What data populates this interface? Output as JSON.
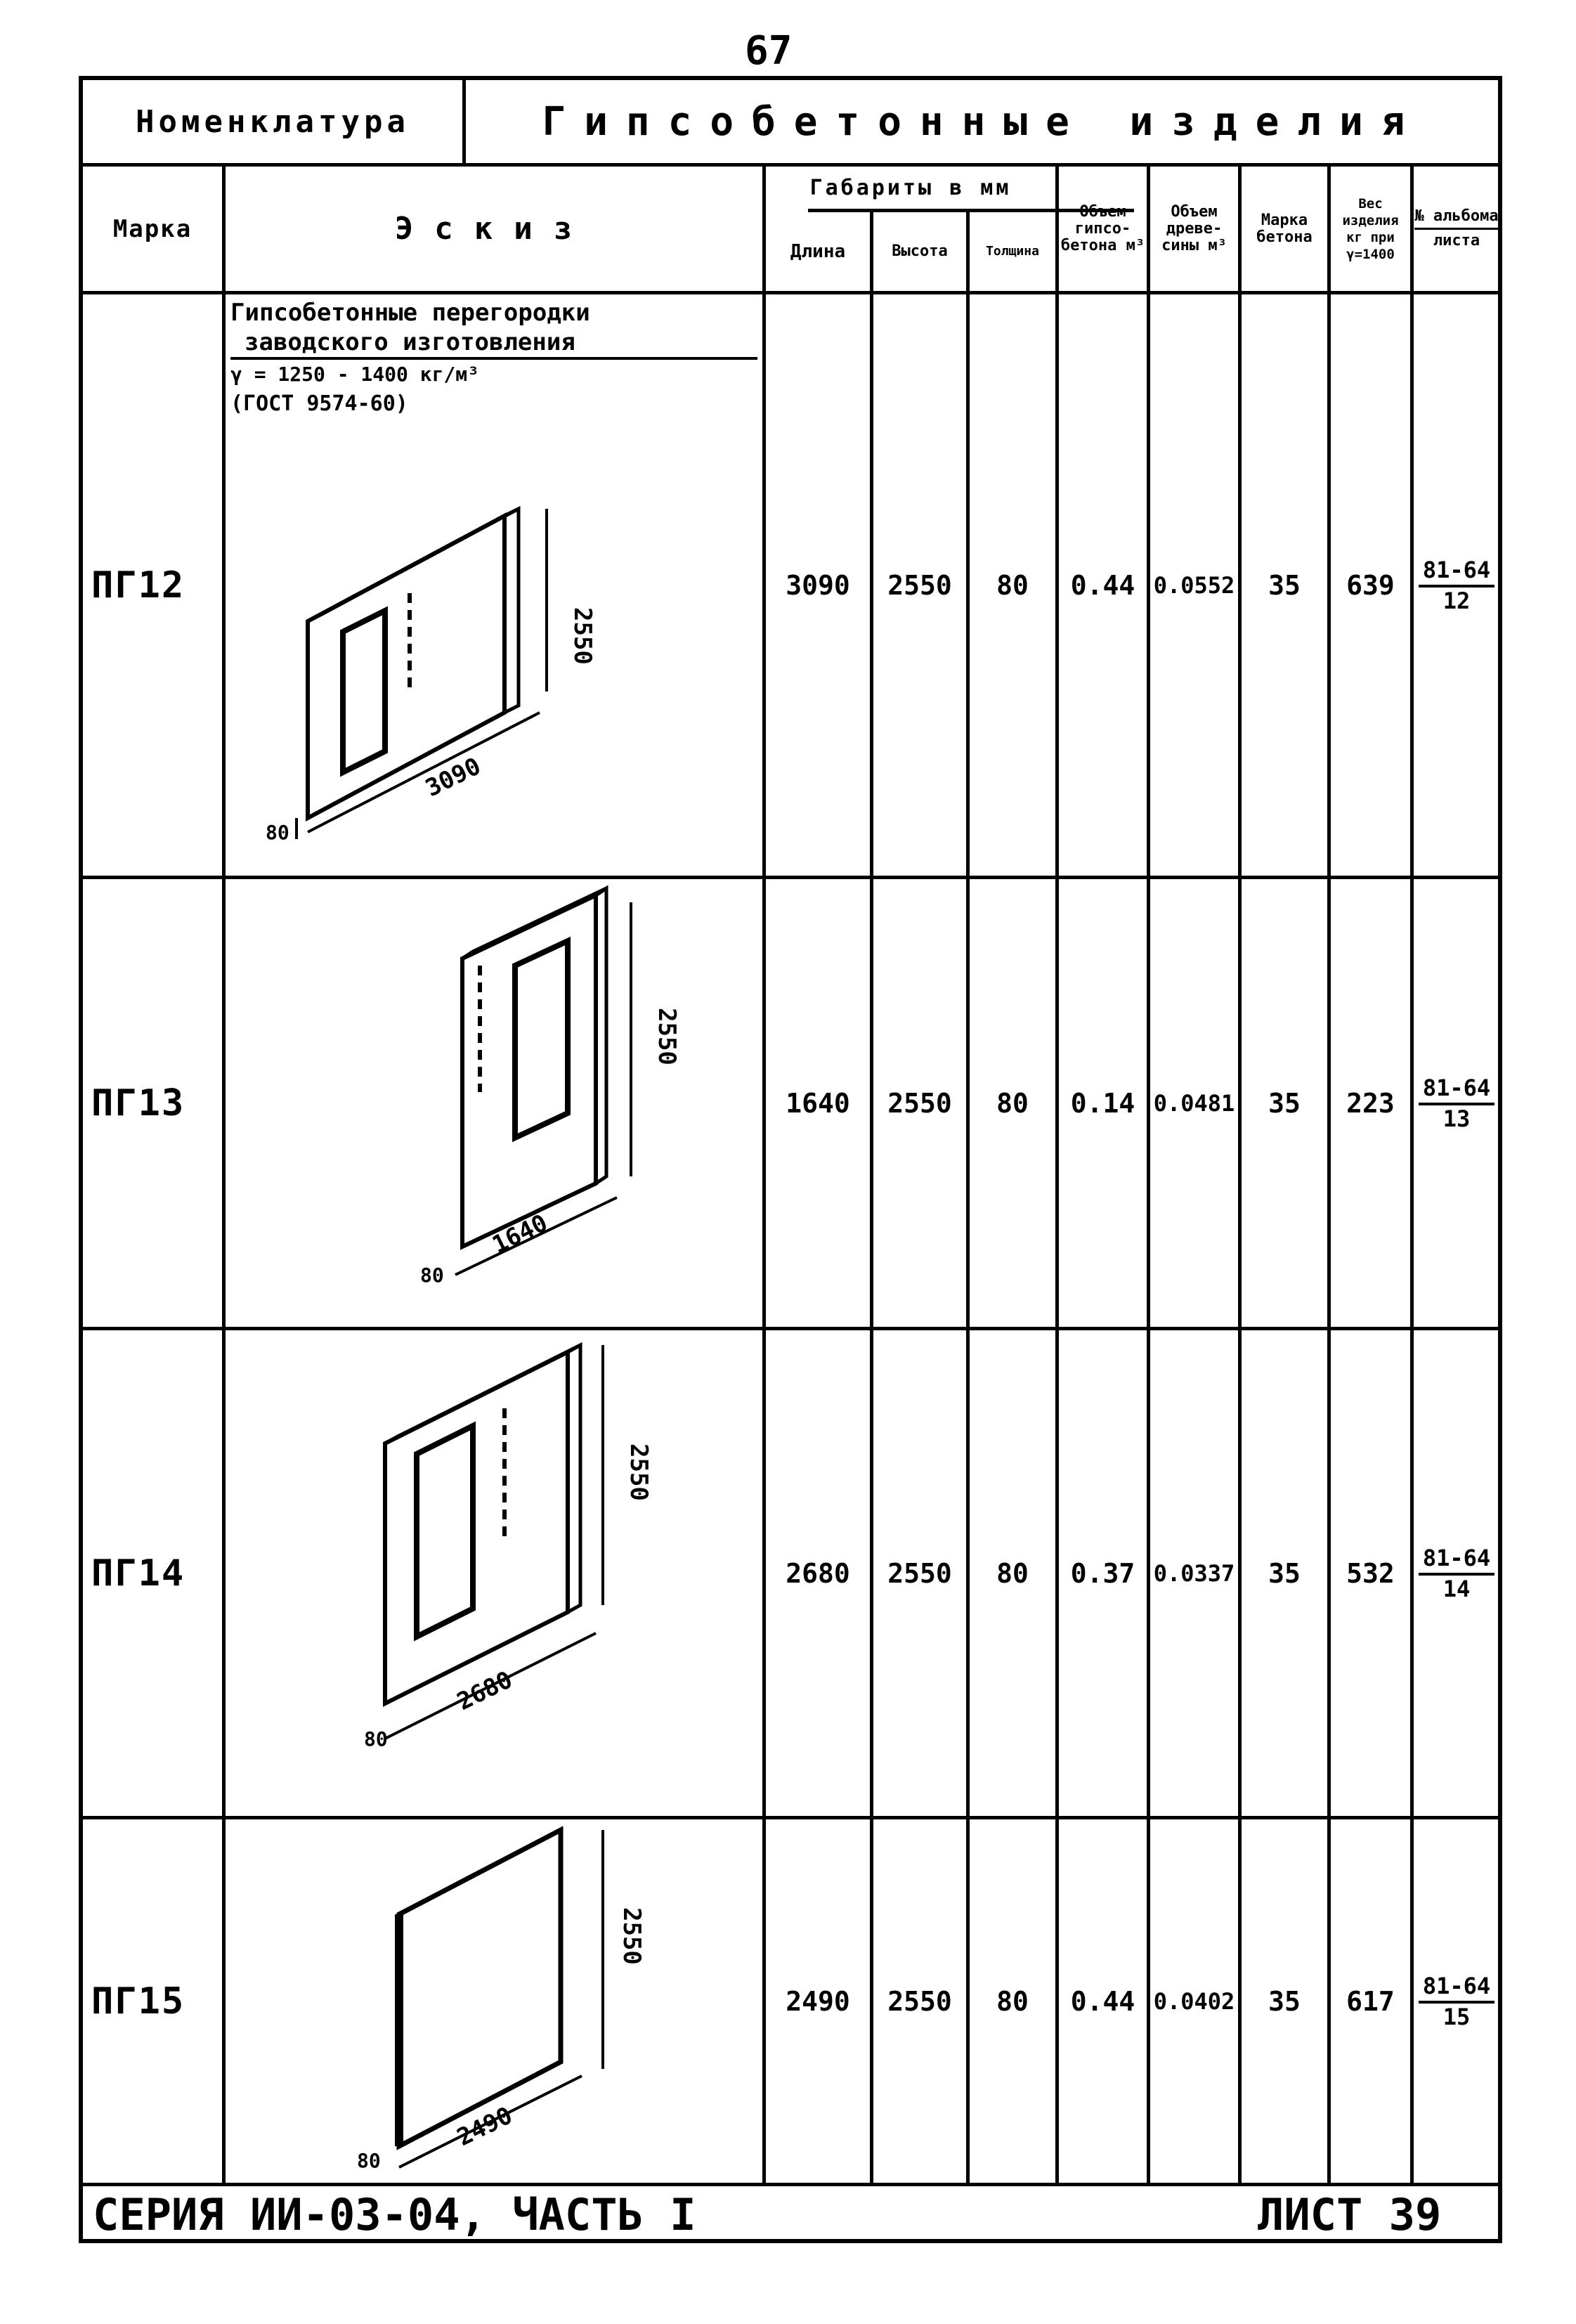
{
  "page_number": "67",
  "header": {
    "nomenclature_label": "Номенклатура",
    "title": "Гипсобетонные изделия"
  },
  "columns": {
    "marka": "Марка",
    "eskiz": "Эскиз",
    "gabarity": "Габариты в мм",
    "dlina": "Длина",
    "vysota": "Высота",
    "tolshchina": "Толщина",
    "obem_gips": "Объем гипсо-бетона м³",
    "obem_drev": "Объем древе-сины м³",
    "marka_betona": "Марка бетона",
    "ves": "Вес изделия кг при γ=1400",
    "album": "№ альбома",
    "list": "листа"
  },
  "sketch_note": {
    "line1": "Гипсобетонные перегородки",
    "line2": "заводского изготовления",
    "line3": "γ = 1250 - 1400 кг/м³",
    "line4": "(ГОСТ 9574-60)"
  },
  "rows": [
    {
      "mark": "ПГ12",
      "length": "3090",
      "height": "2550",
      "thickness": "80",
      "vol_gyps": "0.44",
      "vol_wood": "0.0552",
      "concrete": "35",
      "weight": "639",
      "album": "81-64",
      "sheet": "12",
      "dim_w": "3090",
      "dim_h": "2550",
      "dim_t": "80"
    },
    {
      "mark": "ПГ13",
      "length": "1640",
      "height": "2550",
      "thickness": "80",
      "vol_gyps": "0.14",
      "vol_wood": "0.0481",
      "concrete": "35",
      "weight": "223",
      "album": "81-64",
      "sheet": "13",
      "dim_w": "1640",
      "dim_h": "2550",
      "dim_t": "80"
    },
    {
      "mark": "ПГ14",
      "length": "2680",
      "height": "2550",
      "thickness": "80",
      "vol_gyps": "0.37",
      "vol_wood": "0.0337",
      "concrete": "35",
      "weight": "532",
      "album": "81-64",
      "sheet": "14",
      "dim_w": "2680",
      "dim_h": "2550",
      "dim_t": "80"
    },
    {
      "mark": "ПГ15",
      "length": "2490",
      "height": "2550",
      "thickness": "80",
      "vol_gyps": "0.44",
      "vol_wood": "0.0402",
      "concrete": "35",
      "weight": "617",
      "album": "81-64",
      "sheet": "15",
      "dim_w": "2490",
      "dim_h": "2550",
      "dim_t": "80"
    }
  ],
  "footer": {
    "series": "СЕРИЯ ИИ-03-04, ЧАСТЬ I",
    "sheet": "ЛИСТ 39"
  }
}
